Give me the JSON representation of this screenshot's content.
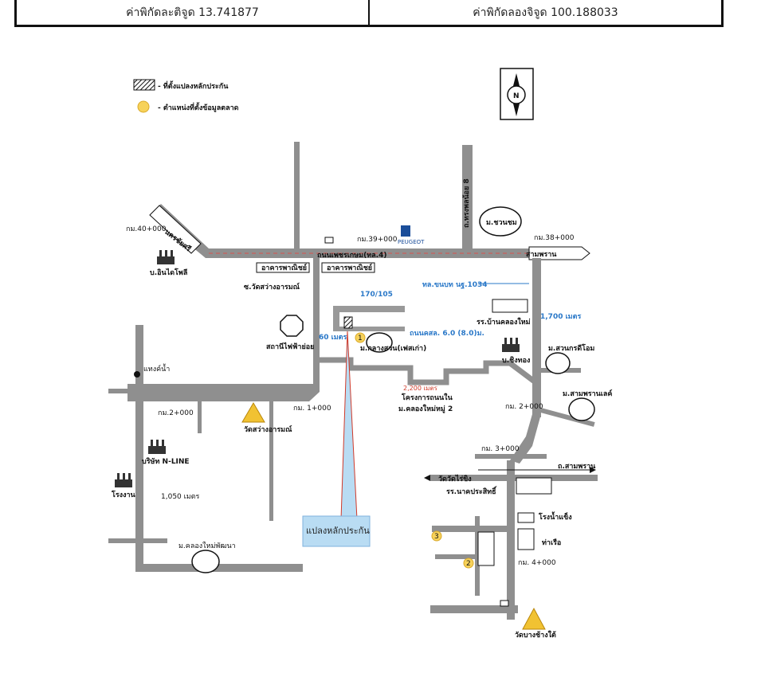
{
  "header": {
    "lat_text": "ค่าพิกัดละติจูด 13.741877",
    "lon_text": "ค่าพิกัดลองจิจูด 100.188033"
  },
  "legend": {
    "plot_label": "- ที่ตั้งแปลงหลักประกัน",
    "market_label": "- ตำแหน่งที่ตั้งข้อมูลตลาด"
  },
  "compass": {
    "letter": "N"
  },
  "roads": {
    "main_road": "ถนนเพชรเกษม(ทล.4)",
    "sam_phran_arrow": "สามพราน",
    "west_arrow": "นครชัยศรี",
    "north_road": "ถ.ทรงพลน้อย 8",
    "local_road": "ทล.ขนบท นฐ.1034",
    "soi_road": "ถนนคสล. 6.0 (8.0)ม.",
    "sam_phran_road": "ถ.สามพราน",
    "wat_lam_phaya": "วัดวัดไร่ขิง"
  },
  "km_markers": {
    "km40": "กม.40+000",
    "km39": "กม.39+000",
    "km38": "กม.38+000",
    "km2_left": "กม.2+000",
    "km1": "กม. 1+000",
    "km2_right": "กม. 2+000",
    "km3": "กม. 3+000",
    "km4": "กม. 4+000"
  },
  "places": {
    "chuanchom": "ม.ชวนชม",
    "peugeot": "PEUGEOT",
    "commercial_1": "อาคารพาณิชย์",
    "commercial_2": "อาคารพาณิชย์",
    "inthai_poly": "บ.อินไดโพลี",
    "soi_wat": "ซ.วัดสว่างอารมณ์",
    "substation": "สถานีไฟฟ้าย่อย",
    "water_tank": "แทงค์น้ำ",
    "wat_sawang": "วัดสว่างอารมณ์",
    "n_line": "บริษัท N-LINE",
    "factory": "โรงงาน",
    "khlong_mai": "ม.คลองใหม่พัฒนา",
    "school_1": "รร.บ้านคลองใหม่",
    "klang_suan": "ม.กลางสวน(เฟสเก่า)",
    "chingthong": "บ.ชิงทอง",
    "suan_kaew": "ม.สวนกรดีโอม",
    "sam_phran_lake": "ม.สามพรานเลค์",
    "project": "โครงการถนนใน",
    "project_2": "ม.คลองใหม่หมู่ 2",
    "school_2": "รร.นาคประสิทธิ์",
    "ice_factory": "โรงน้ำแข็ง",
    "pier": "ท่าเรือ",
    "wat_bang_chang": "วัดบางช้างใต้"
  },
  "distances": {
    "d170": "170/105",
    "d60": "60 เมตร",
    "d2200": "2,200 เมตร",
    "d1700": "1,700 เมตร",
    "d1050": "1,050 เมตร"
  },
  "markers": {
    "m1": "1",
    "m2": "2",
    "m3": "3"
  },
  "callout": {
    "label": "แปลงหลักประกัน"
  },
  "colors": {
    "road": "#8f8f8f",
    "marker": "#f7d25a",
    "callout_fill": "#b9dcf3",
    "blue_text": "#2a78c8",
    "red_text": "#d03a2a"
  }
}
